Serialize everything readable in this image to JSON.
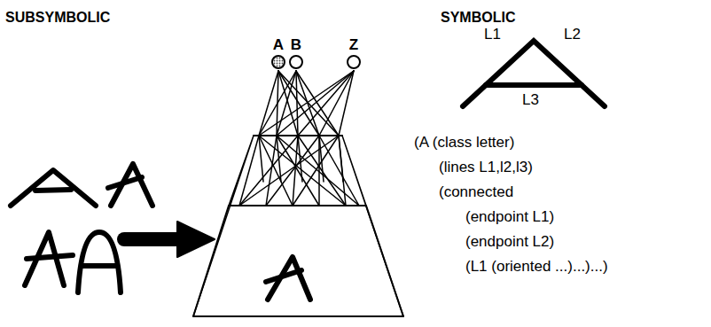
{
  "diagram": {
    "nodes": [
      {
        "text": [
          "A"
        ]
      },
      {
        "text": [
          "B"
        ]
      },
      {
        "text": [
          "Z"
        ]
      }
    ],
    "labels": [
      "SUBSYMBOLIC",
      "SYMBOLIC",
      "L1",
      "L2",
      "L3",
      "(A (class letter)",
      "(lines L1,l2,l3)",
      "(connected",
      "(endpoint L1)",
      "(endpoint L2)",
      "(L1 (oriented ...)...)...)"
    ]
  }
}
